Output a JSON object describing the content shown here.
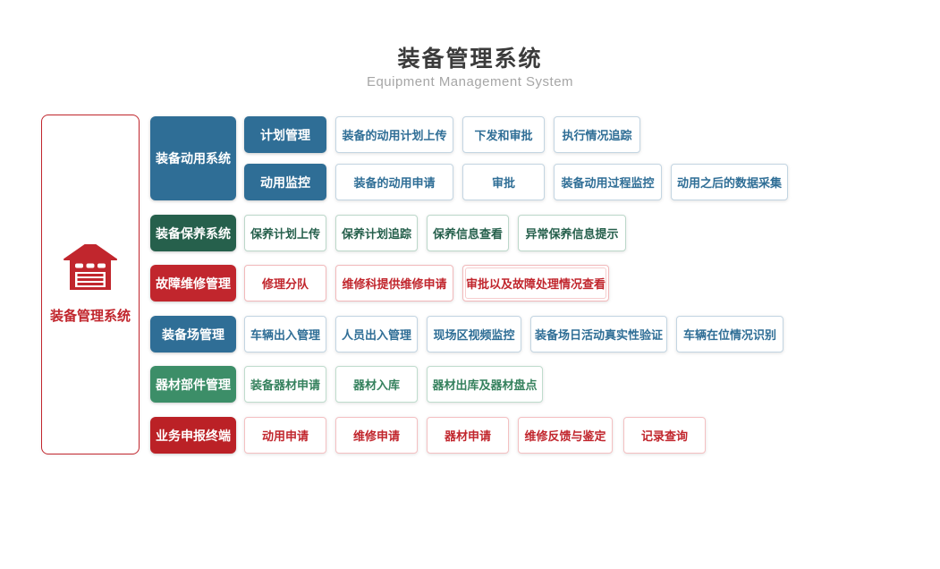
{
  "header": {
    "title": "装备管理系统",
    "subtitle": "Equipment Management System"
  },
  "root": {
    "label": "装备管理系统",
    "icon": "warehouse-icon"
  },
  "palette": {
    "blue": "#2F6E96",
    "dark_green": "#26604C",
    "red": "#C1262D",
    "green": "#3C8E68",
    "dark_red": "#BB2126",
    "blue_item_border": "#C3D5E2",
    "green_item_border": "#BCD8CA",
    "red_item_border": "#F2B9BB"
  },
  "groups": [
    {
      "category": "装备动用系统",
      "theme": "blue",
      "subrows": [
        {
          "sub": "计划管理",
          "items": [
            "装备的动用计划上传",
            "下发和审批",
            "执行情况追踪"
          ]
        },
        {
          "sub": "动用监控",
          "items": [
            "装备的动用申请",
            "审批",
            "装备动用过程监控",
            "动用之后的数据采集"
          ]
        }
      ]
    },
    {
      "category": "装备保养系统",
      "theme": "dark_green",
      "items": [
        "保养计划上传",
        "保养计划追踪",
        "保养信息查看",
        "异常保养信息提示"
      ]
    },
    {
      "category": "故障维修管理",
      "theme": "red",
      "items": [
        "修理分队",
        "维修科提供维修申请",
        "审批以及故障处理情况查看"
      ]
    },
    {
      "category": "装备场管理",
      "theme": "blue",
      "items": [
        "车辆出入管理",
        "人员出入管理",
        "现场区视频监控",
        "装备场日活动真实性验证",
        "车辆在位情况识别"
      ]
    },
    {
      "category": "器材部件管理",
      "theme": "green",
      "items": [
        "装备器材申请",
        "器材入库",
        "器材出库及器材盘点"
      ]
    },
    {
      "category": "业务申报终端",
      "theme": "dark_red",
      "items": [
        "动用申请",
        "维修申请",
        "器材申请",
        "维修反馈与鉴定",
        "记录查询"
      ]
    }
  ]
}
